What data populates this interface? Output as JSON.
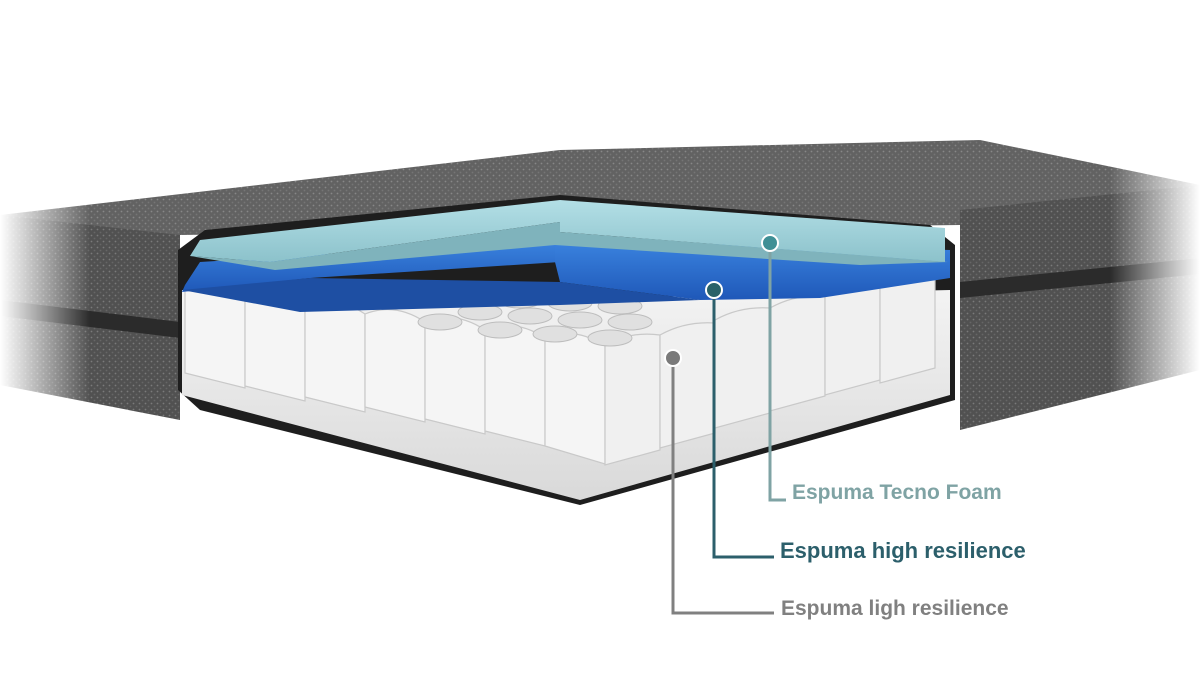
{
  "layers": [
    {
      "id": "tecno",
      "label": "Espuma Tecno Foam",
      "color": "#7fa3a4",
      "marker": "#3f8f95"
    },
    {
      "id": "high",
      "label": "Espuma high resilience",
      "color": "#2c5f6b",
      "marker": "#2a6268"
    },
    {
      "id": "ligh",
      "label": "Espuma ligh resilience",
      "color": "#808080",
      "marker": "#7a7a7a"
    }
  ],
  "colors": {
    "cover": "#4a4a4a",
    "cover_light": "#6e6e6e",
    "band": "#2b2b2b",
    "top_layer": "#9fd0d8",
    "middle_layer": "#2f6fd0",
    "base_layer": "#ececec"
  }
}
